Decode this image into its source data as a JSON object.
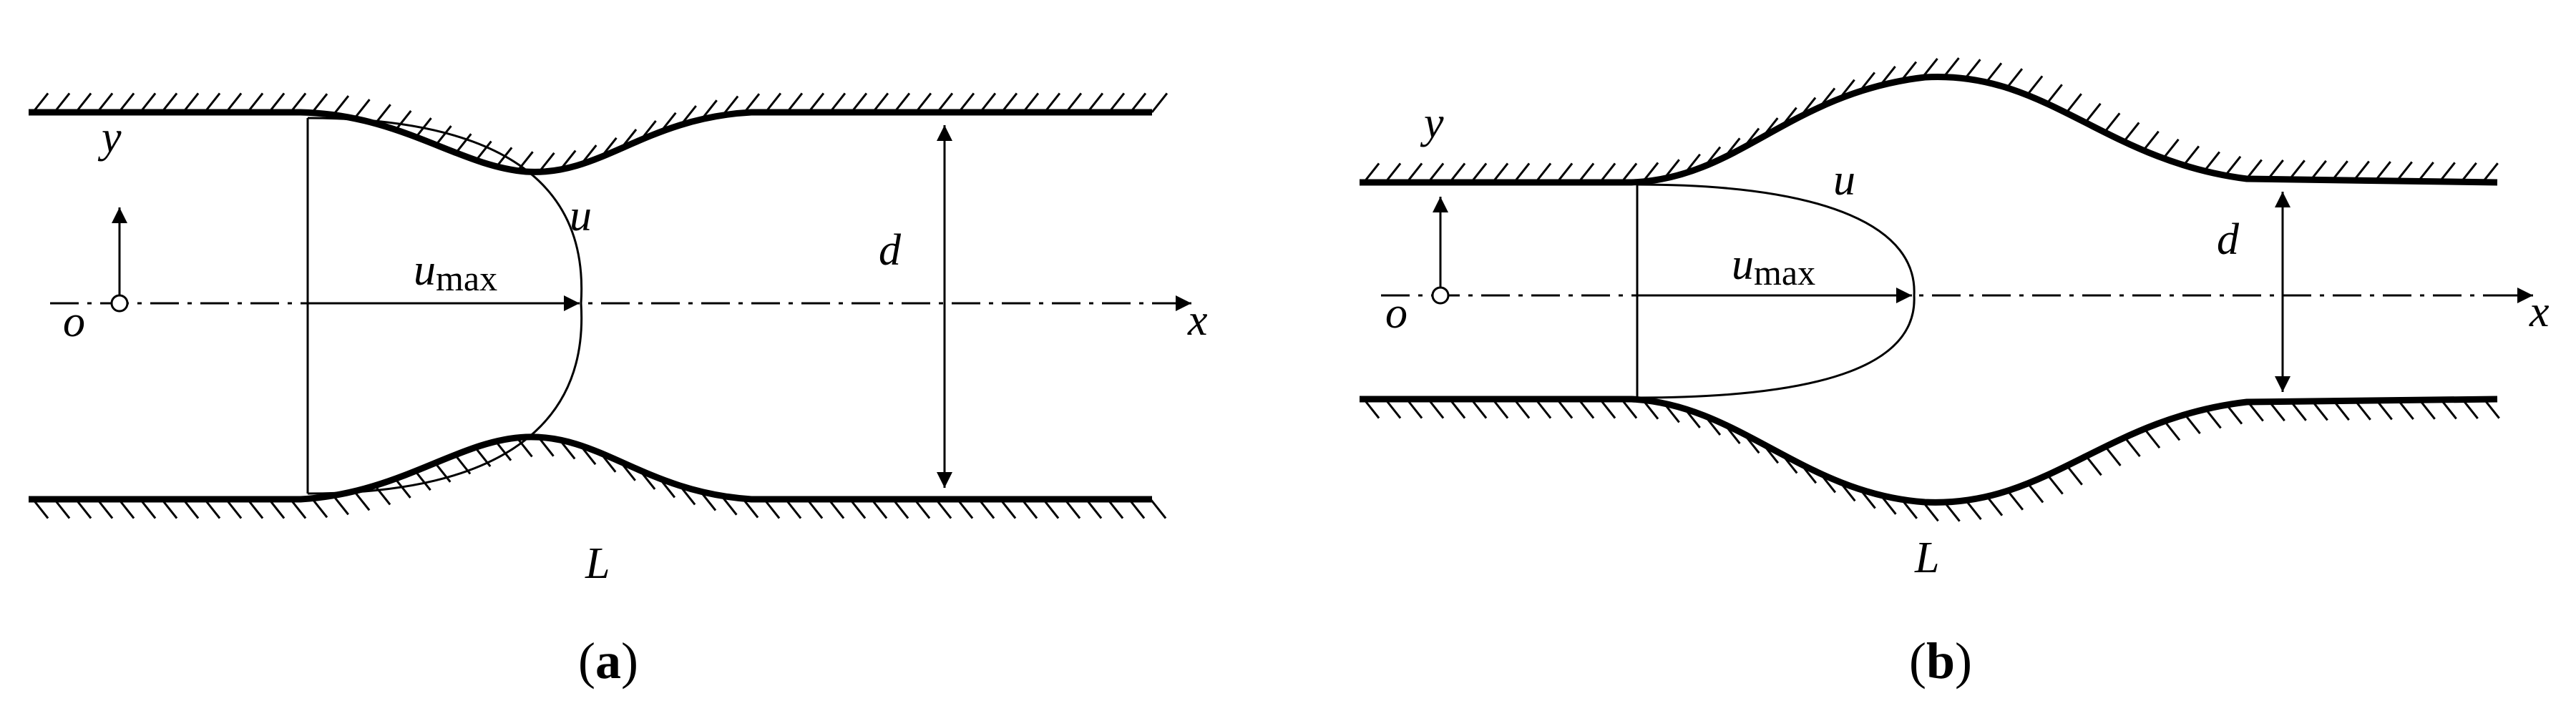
{
  "panel_a": {
    "y_label": "y",
    "o_label": "o",
    "x_label": "x",
    "u_label": "u",
    "umax_main": "u",
    "umax_sub": "max",
    "d_label": "d",
    "L_label": "L",
    "caption_open": "(",
    "caption_letter": "a",
    "caption_close": ")"
  },
  "panel_b": {
    "y_label": "y",
    "o_label": "o",
    "x_label": "x",
    "u_label": "u",
    "umax_main": "u",
    "umax_sub": "max",
    "d_label": "d",
    "L_label": "L",
    "caption_open": "(",
    "caption_letter": "b",
    "caption_close": ")"
  }
}
